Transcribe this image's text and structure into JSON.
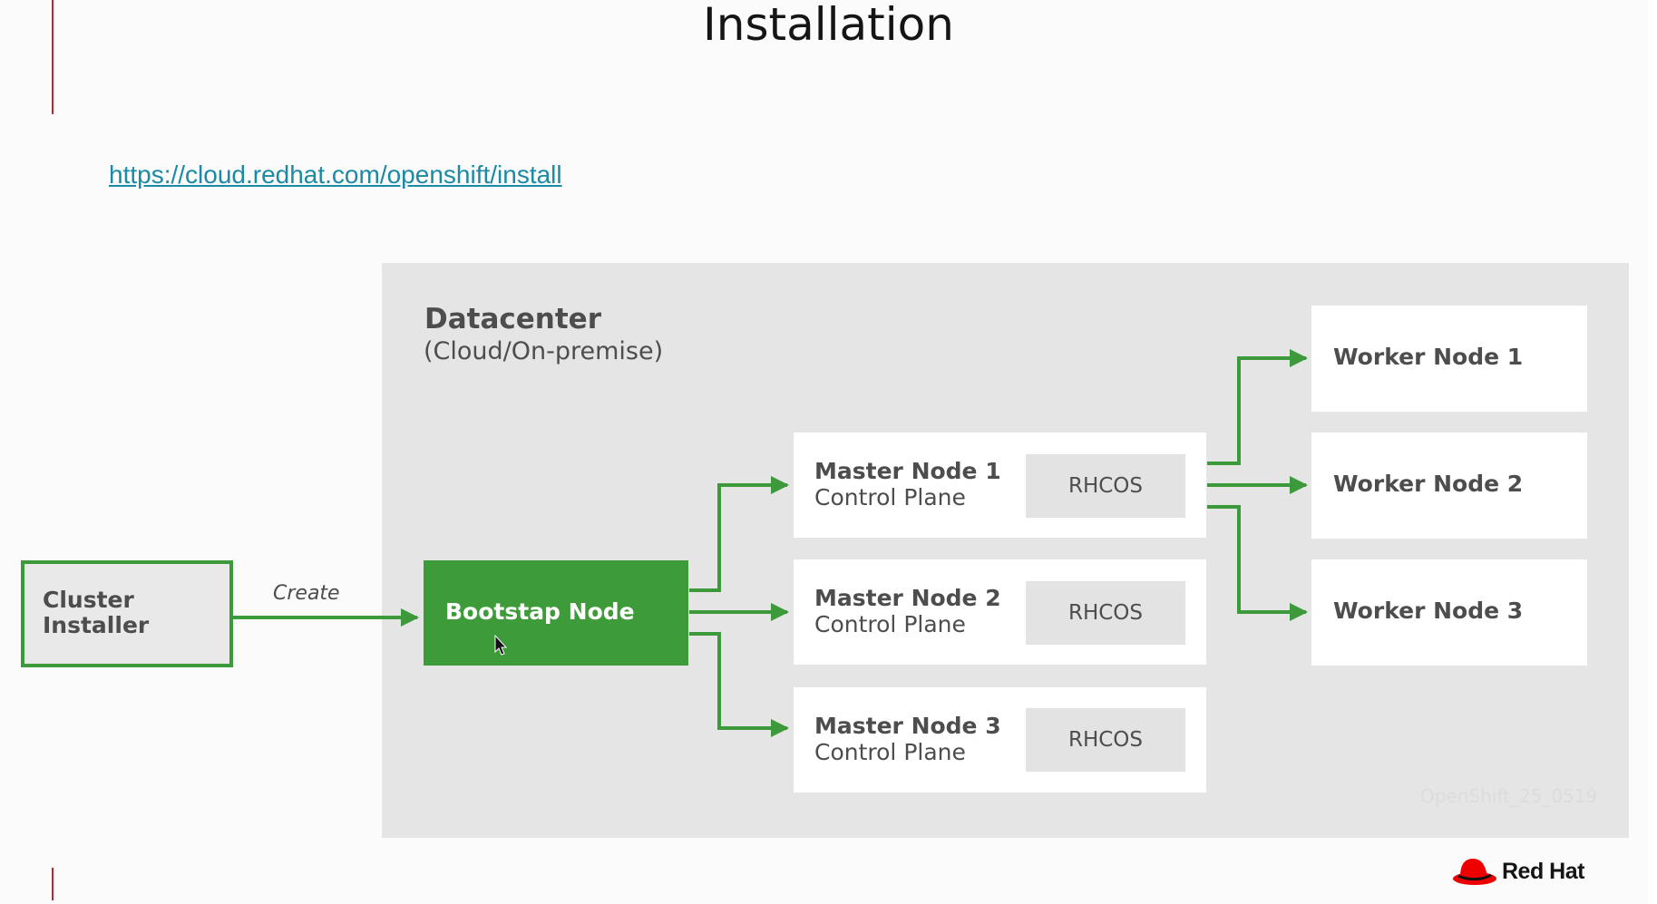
{
  "slide": {
    "title": "Installation",
    "link_text": "https://cloud.redhat.com/openshift/install",
    "watermark": "OpenShift_25_0519",
    "brand": "Red Hat"
  },
  "diagram": {
    "datacenter_title": "Datacenter",
    "datacenter_subtitle": "(Cloud/On-premise)",
    "installer_label": "Cluster Installer",
    "installer_line1": "Cluster",
    "installer_line2": "Installer",
    "create_label": "Create",
    "bootstrap_label": "Bootstap Node",
    "masters": [
      {
        "name": "Master Node 1",
        "role": "Control Plane",
        "os": "RHCOS"
      },
      {
        "name": "Master Node 2",
        "role": "Control Plane",
        "os": "RHCOS"
      },
      {
        "name": "Master Node 3",
        "role": "Control Plane",
        "os": "RHCOS"
      }
    ],
    "workers": [
      {
        "name": "Worker Node 1"
      },
      {
        "name": "Worker Node 2"
      },
      {
        "name": "Worker Node 3"
      }
    ]
  },
  "colors": {
    "arrow_green": "#3d9a3b",
    "link": "#1b8aa4",
    "accent_red": "#c0262b"
  }
}
